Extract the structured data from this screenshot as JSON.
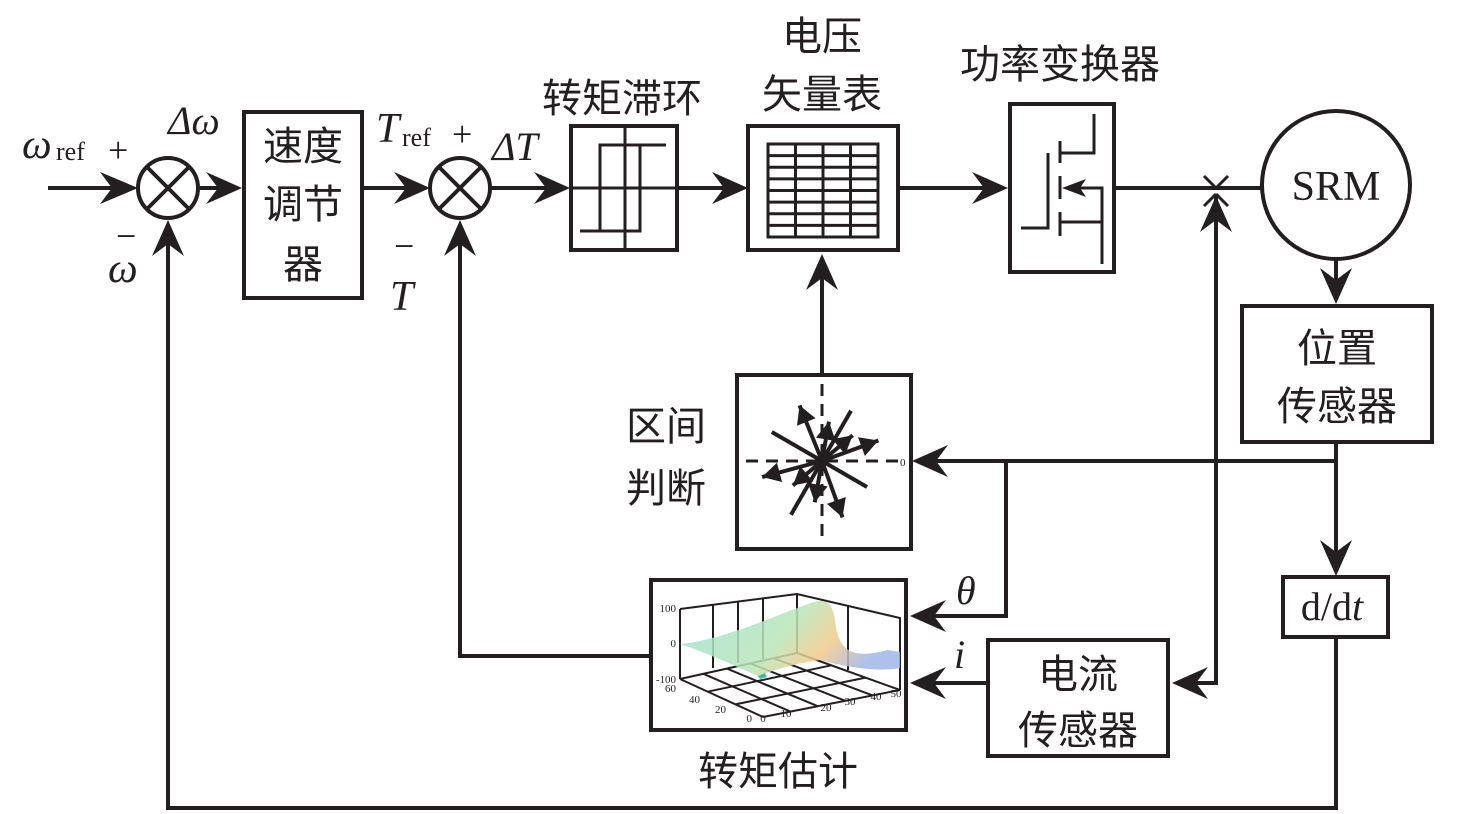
{
  "diagram": {
    "title": "SRM direct torque control block diagram",
    "signals": {
      "omega_ref_main": "ω",
      "omega_ref_sub": "ref",
      "plus_1": "+",
      "minus_1": "−",
      "omega_feedback": "ω",
      "delta_omega": "Δω",
      "t_ref_main": "T",
      "t_ref_sub": "ref",
      "plus_2": "+",
      "minus_2": "−",
      "t_feedback": "T",
      "delta_t": "ΔT",
      "theta": "θ",
      "current": "i"
    },
    "blocks": {
      "speed_regulator": [
        "速度",
        "调节",
        "器"
      ],
      "torque_hysteresis": "转矩滞环",
      "voltage_vector_table": [
        "电压",
        "矢量表"
      ],
      "power_converter": "功率变换器",
      "motor": "SRM",
      "position_sensor": [
        "位置",
        "传感器"
      ],
      "derivative": {
        "main": "d/d",
        "var": "t"
      },
      "sector_judgment": [
        "区间",
        "判断"
      ],
      "current_sensor": [
        "电流",
        "传感器"
      ],
      "torque_estimation": "转矩估计"
    },
    "sector_plot": {
      "axis_label": "0"
    },
    "torque_surface_plot": {
      "z_ticks": [
        "100",
        "0",
        "-100"
      ],
      "y_ticks": [
        "60",
        "40",
        "20",
        "0"
      ],
      "x_ticks": [
        "0",
        "10",
        "20",
        "30",
        "40",
        "50"
      ]
    },
    "colors": {
      "line": "#231f20",
      "surface_high": "#f5c27a",
      "surface_mid": "#8fdcd0",
      "surface_low": "#9fb3e6"
    }
  }
}
